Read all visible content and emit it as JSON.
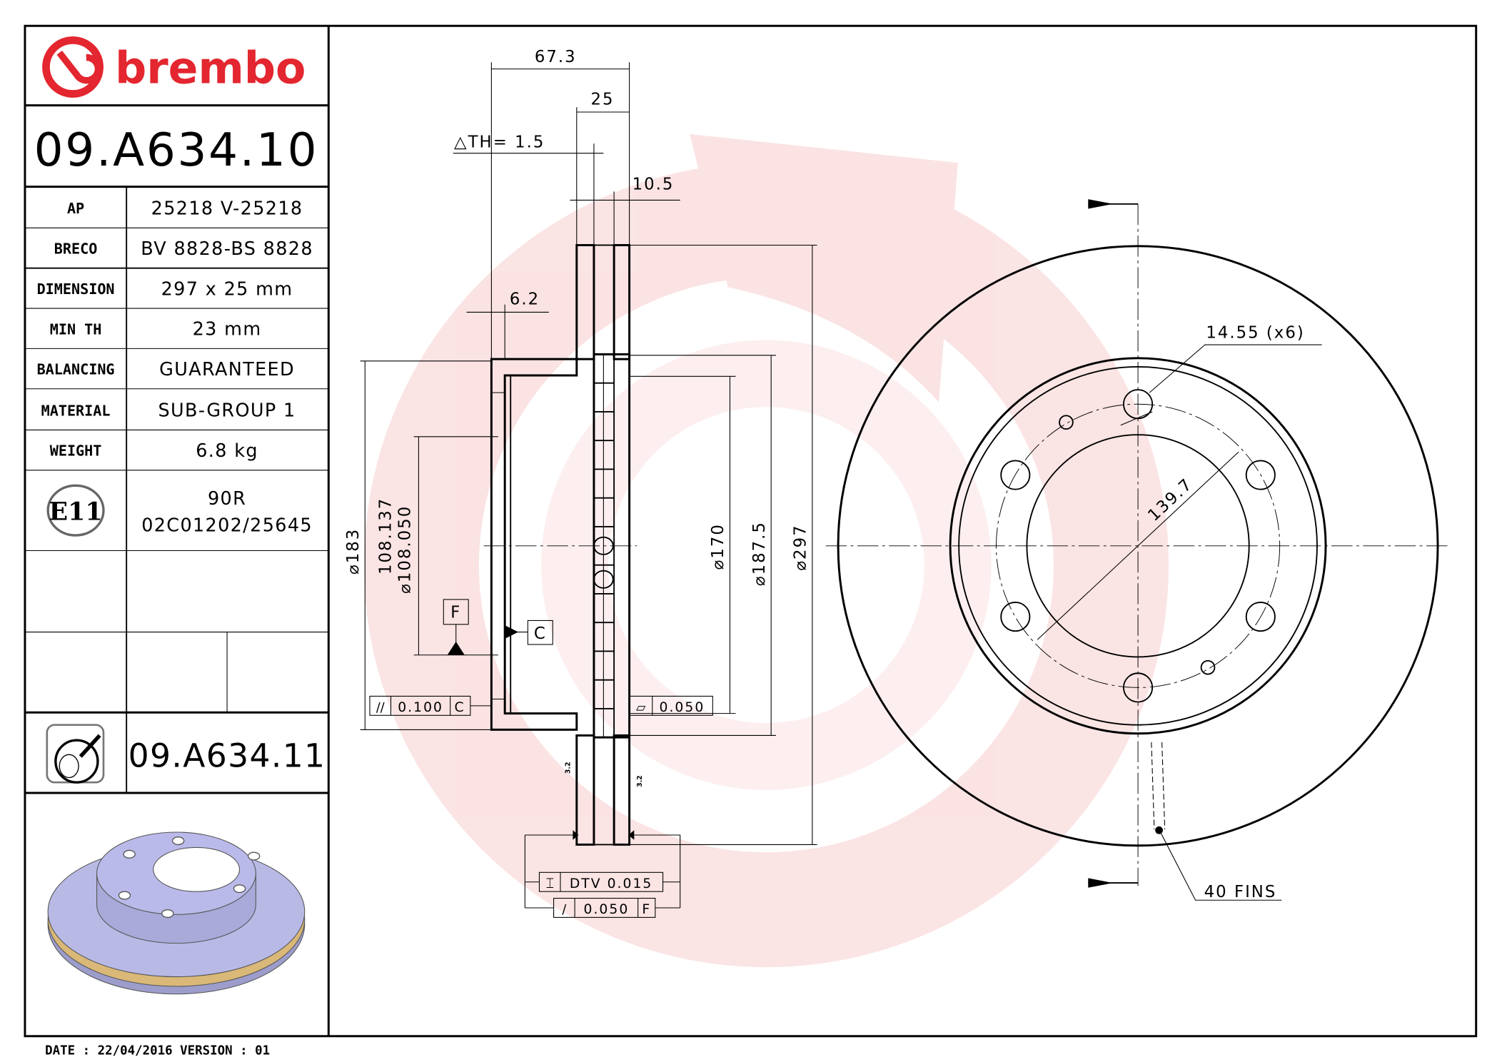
{
  "brand": {
    "logo_text": "brembo",
    "color": "#e3262f"
  },
  "part_number": "09.A634.10",
  "specs": [
    {
      "label": "AP",
      "value": "25218 V-25218"
    },
    {
      "label": "BRECO",
      "value": "BV 8828-BS 8828"
    },
    {
      "label": "DIMENSION",
      "value": "297 x 25 mm"
    },
    {
      "label": "MIN TH",
      "value": "23 mm"
    },
    {
      "label": "BALANCING",
      "value": "GUARANTEED"
    },
    {
      "label": "MATERIAL",
      "value": "SUB-GROUP 1"
    },
    {
      "label": "WEIGHT",
      "value": "6.8 kg"
    }
  ],
  "approval": {
    "mark": "E11",
    "line1": "90R",
    "line2": "02C01202/25645"
  },
  "alt_part": {
    "icon": "coated-disc-icon",
    "number": "09.A634.11"
  },
  "footer": "DATE : 22/04/2016 VERSION : 01",
  "section_view": {
    "dim_overall_width": "67.3",
    "dim_thickness": "25",
    "dim_delta_th": "△TH= 1.5",
    "dim_vane": "10.5",
    "dim_flange": "6.2",
    "dia_183": "⌀183",
    "dia_pilot_max": "108.137",
    "dia_pilot_min": "⌀108.050",
    "dia_170": "⌀170",
    "dia_187": "⌀187.5",
    "dia_297": "⌀297",
    "datum_f": "F",
    "datum_c": "C",
    "roughness": "3.2",
    "tol_parallel": {
      "symbol": "//",
      "value": "0.100",
      "datum": "C"
    },
    "tol_flatness": {
      "symbol": "▱",
      "value": "0.050"
    },
    "tol_dtv": {
      "symbol": "⌶",
      "value": "DTV 0.015"
    },
    "tol_runout": {
      "symbol": "/",
      "value": "0.050",
      "datum": "F"
    }
  },
  "front_view": {
    "hole_label": "14.55 (x6)",
    "pcd_label": "139.7",
    "fins_label": "40 FINS"
  },
  "colors": {
    "watermark": "#fbe1e1",
    "disc_face": "#b9b9e6",
    "disc_vanes": "#d9b878"
  }
}
